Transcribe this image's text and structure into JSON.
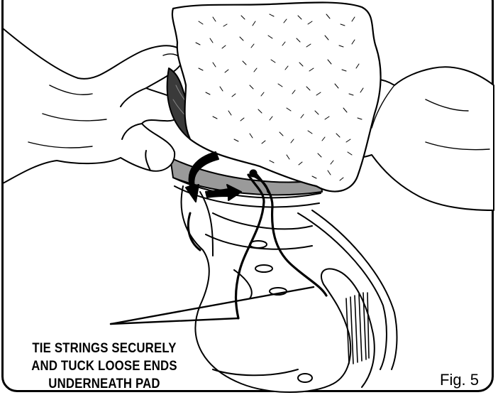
{
  "caption": {
    "line1": "TIE STRINGS SECURELY",
    "line2": "AND TUCK LOOSE ENDS",
    "line3": "UNDERNEATH PAD"
  },
  "figure_label": "Fig. 5",
  "colors": {
    "ink": "#000000",
    "band": "#9a9a9a",
    "band_dark": "#6e6e6e",
    "fabric": "#3a3a3a",
    "background": "#ffffff"
  }
}
